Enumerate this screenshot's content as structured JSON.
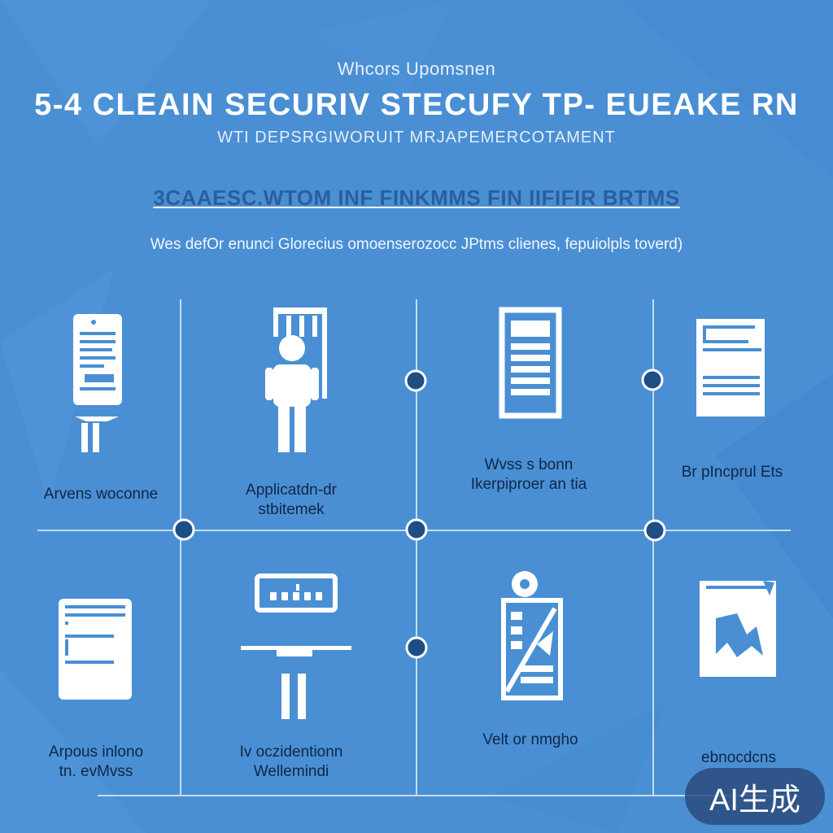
{
  "header": {
    "eyebrow": "Whcors Upomsnen",
    "title": "5-4 CLEAIN SECURIV STECUFY TP- EUEAKE RN",
    "subtitle": "WTI DEPSRGIWORUIT MRJAPEMERCOTAMENT",
    "section_title": "3CAAESC.WTOM INF FINKMMS FIN IIFIFIR BRTMS",
    "tagline": "Wes defOr enunci Glorecius omoenserozocc JPtms clienes, fepuiolpls toverd)"
  },
  "cells": [
    {
      "label": "Arvens woconne",
      "icon": "document-clipboard-icon"
    },
    {
      "label": "Applicatdn-dr\nstbitemek",
      "icon": "person-at-board-icon"
    },
    {
      "label": "Wvss s bonn\nIkerpiproer an tia",
      "icon": "form-sheet-icon"
    },
    {
      "label": "Br pIncprul Ets",
      "icon": "browser-window-icon"
    },
    {
      "label": "Arpous inlono\ntn. evMvss",
      "icon": "document-list-icon"
    },
    {
      "label": "Iv oczidentionn\nWellemindi",
      "icon": "person-at-keyboard-icon"
    },
    {
      "label": "Velt or nmgho",
      "icon": "locked-document-icon"
    },
    {
      "label": "ebnocdcns",
      "icon": "map-panel-icon"
    }
  ],
  "badge": {
    "text": "AI生成"
  },
  "colors": {
    "background": "#4a8fd4",
    "node": "#1f4e85",
    "line": "#dbe9f8",
    "label": "#0f2747"
  }
}
